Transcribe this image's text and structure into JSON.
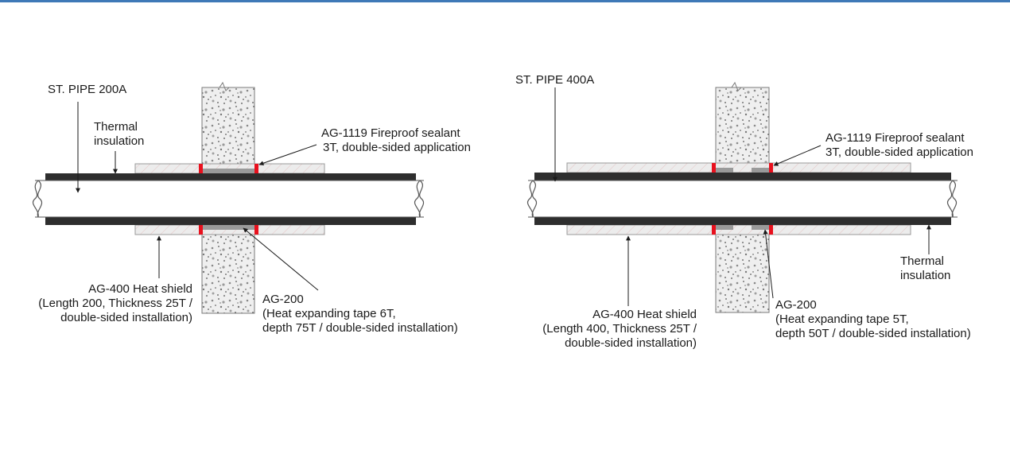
{
  "colors": {
    "top_rule": "#3f79b7",
    "pipe": "#2e2e2e",
    "insulation": "#ececec",
    "sealant": "#e8101d",
    "concrete": "#efefef",
    "leader": "#1a1a1a"
  },
  "left": {
    "pipe_label": "ST. PIPE 200A",
    "insulation_label": [
      "Thermal",
      "insulation"
    ],
    "sealant_label": [
      "AG-1119 Fireproof sealant",
      "3T, double-sided application"
    ],
    "heat_shield_label": [
      "AG-400 Heat shield",
      "(Length 200, Thickness 25T /",
      "double-sided installation)"
    ],
    "tape_label": [
      "AG-200",
      "(Heat expanding tape 6T,",
      "depth 75T / double-sided installation)"
    ]
  },
  "right": {
    "pipe_label": "ST. PIPE 400A",
    "insulation_label": [
      "Thermal",
      "insulation"
    ],
    "sealant_label": [
      "AG-1119 Fireproof sealant",
      "3T, double-sided application"
    ],
    "heat_shield_label": [
      "AG-400 Heat shield",
      "(Length 400, Thickness 25T /",
      "double-sided installation)"
    ],
    "tape_label": [
      "AG-200",
      "(Heat expanding tape 5T,",
      "depth 50T / double-sided installation)"
    ]
  }
}
